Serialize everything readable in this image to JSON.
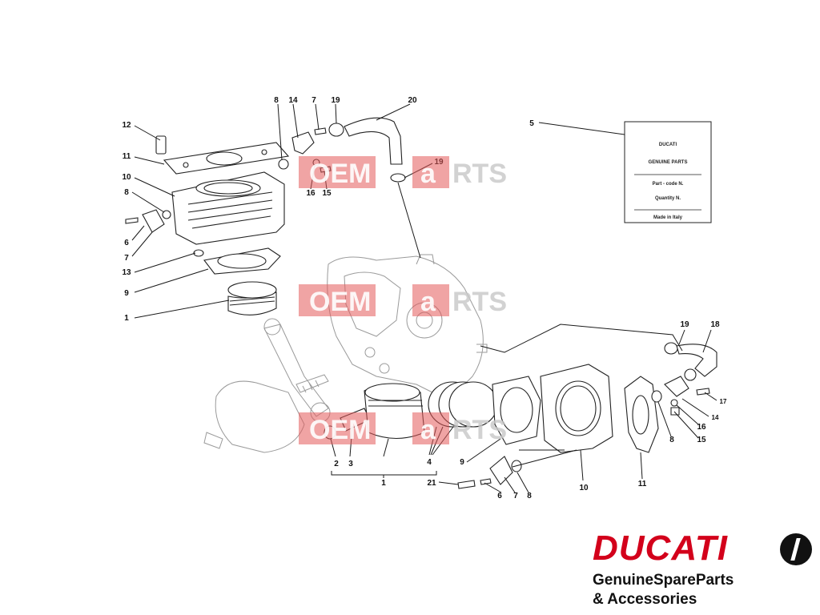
{
  "diagram": {
    "top_callouts": [
      "8",
      "14",
      "7",
      "19",
      "20",
      "12",
      "11",
      "10",
      "8",
      "6",
      "7",
      "13",
      "9",
      "1",
      "16",
      "15",
      "19",
      "5"
    ],
    "right_callouts": [
      "19",
      "18",
      "17",
      "14",
      "16",
      "15",
      "8",
      "11",
      "10",
      "9",
      "8",
      "7",
      "6",
      "21"
    ],
    "bottom_callouts": [
      "2",
      "3",
      "4",
      "1"
    ],
    "label_card": {
      "brand_line": "DUCATI",
      "line1": "GENUINE PARTS",
      "line2": "Part - code N.",
      "line3": "Quantity N.",
      "line4": "Made in Italy"
    },
    "watermark": {
      "left": "OEM",
      "right": "RTS",
      "mid": "a"
    }
  },
  "brand": {
    "logo_text": "DUCATI",
    "line1": "GenuineSpareParts",
    "line2": "& Accessories",
    "color": "#d3001b"
  }
}
